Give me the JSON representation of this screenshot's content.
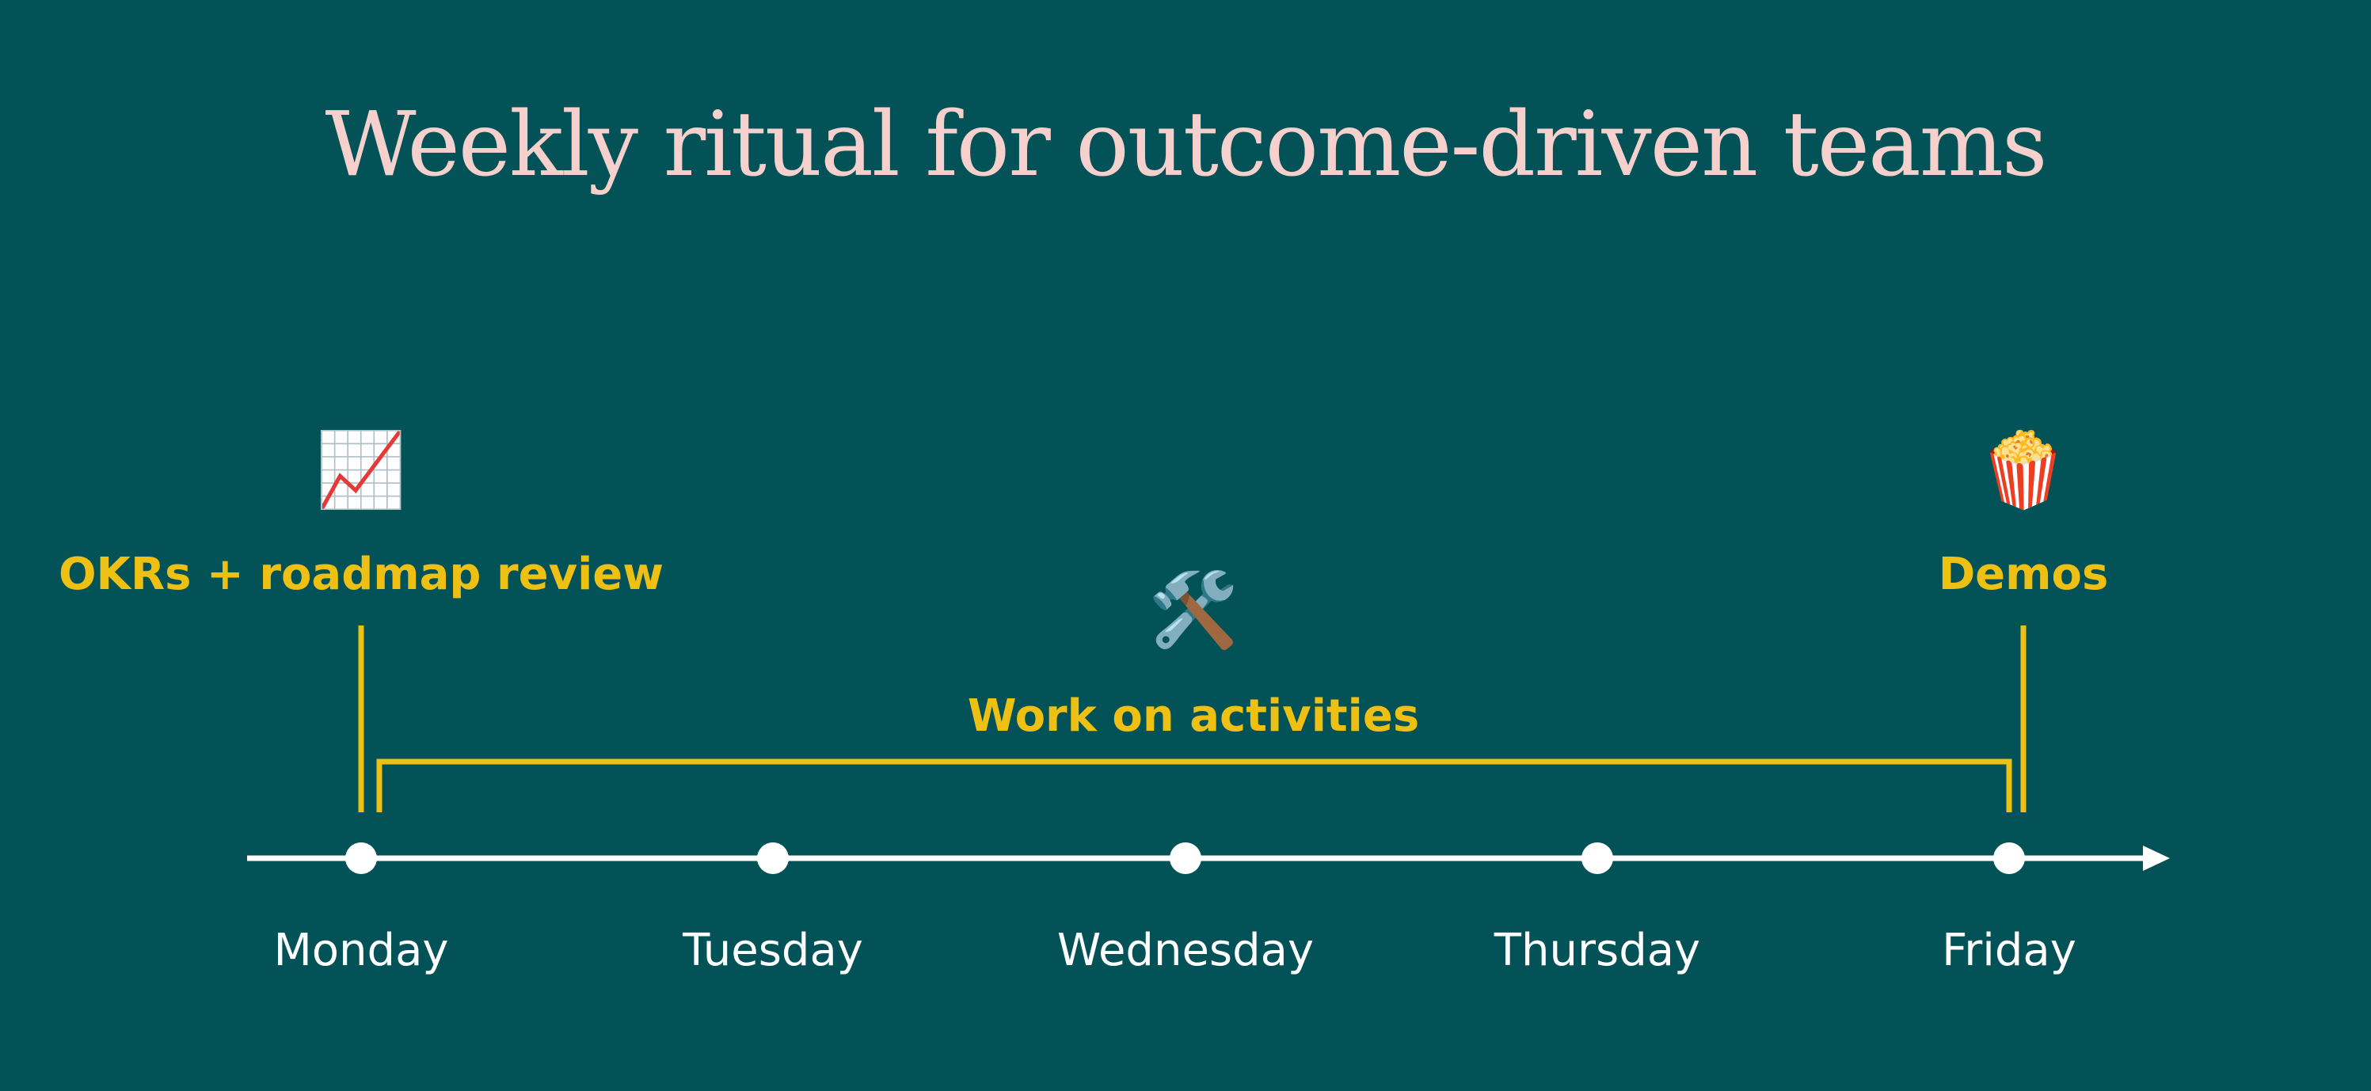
{
  "title": "Weekly ritual for outcome-driven teams",
  "days": [
    "Monday",
    "Tuesday",
    "Wednesday",
    "Thursday",
    "Friday"
  ],
  "events": {
    "okr_review": {
      "label": "OKRs + roadmap review",
      "icon": "chart-increasing-icon",
      "emoji": "📈"
    },
    "work": {
      "label": "Work on activities",
      "icon": "hammer-and-wrench-icon",
      "emoji": "🛠️"
    },
    "demos": {
      "label": "Demos",
      "icon": "popcorn-icon",
      "emoji": "🍿"
    }
  },
  "colors": {
    "background": "#035257",
    "title": "#f6d0cc",
    "accent": "#eec013",
    "axis": "#ffffff"
  }
}
